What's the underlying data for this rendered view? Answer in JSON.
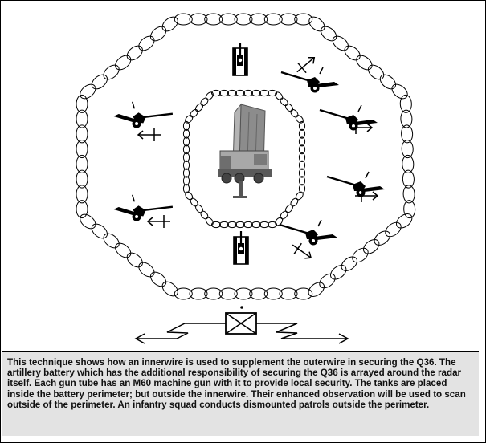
{
  "caption": {
    "text": "This technique shows how an innerwire is used to supplement the outerwire in securing the Q36. The artillery battery which has the additional responsibility of securing the Q36 is arrayed around the radar itself. Each gun tube has an M60 machine gun with it to provide local security. The tanks are placed inside the battery perimeter; but outside the innerwire. Their enhanced observation will be used to scan outside of the perimeter. An infantry squad conducts dismounted patrols outside the perimeter."
  },
  "colors": {
    "line": "#000000",
    "caption_bg": "#e3e3e3",
    "radar_gray": "#8c8c8c"
  },
  "icons": {
    "outer_wire": "concertina-wire-icon",
    "inner_wire": "concertina-wire-icon",
    "radar": "q36-radar-icon",
    "tank": "tank-icon",
    "howitzer": "howitzer-icon",
    "machine_gun": "machine-gun-symbol-icon",
    "patrol": "infantry-squad-symbol-icon"
  },
  "howitzer_count": 6,
  "tank_count": 2
}
